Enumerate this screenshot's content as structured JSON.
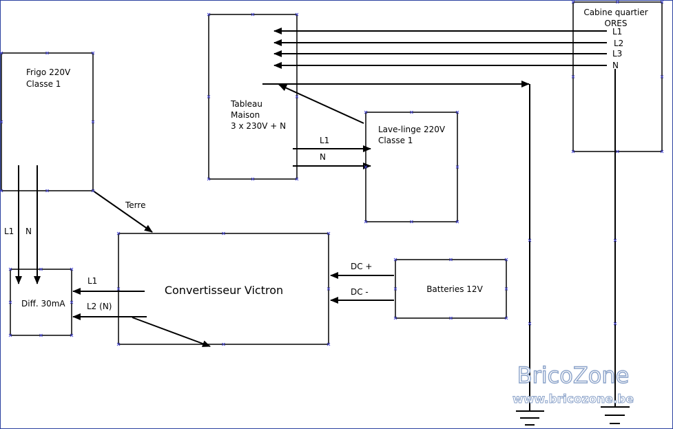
{
  "colors": {
    "line": "#000000",
    "vertex": "#4a4ad0",
    "watermark": "#8aa2c9",
    "frame": "#2a3fa0"
  },
  "blocks": {
    "frigo": {
      "line1": "Frigo 220V",
      "line2": "Classe 1"
    },
    "tableau": {
      "line1": "Tableau",
      "line2": "Maison",
      "line3": "3 x 230V + N"
    },
    "cabine": {
      "line1": "Cabine quartier",
      "line2": "ORES"
    },
    "lave_linge": {
      "line1": "Lave-linge 220V",
      "line2": "Classe 1"
    },
    "diff": {
      "label": "Diff. 30mA"
    },
    "convertisseur": {
      "label": "Convertisseur Victron"
    },
    "batteries": {
      "label": "Batteries 12V"
    }
  },
  "wires": {
    "cabine_l1": "L1",
    "cabine_l2": "L2",
    "cabine_l3": "L3",
    "cabine_n": "N",
    "lave_l1": "L1",
    "lave_n": "N",
    "frigo_l1": "L1",
    "frigo_n": "N",
    "terre": "Terre",
    "conv_l1": "L1",
    "conv_l2": "L2 (N)",
    "dc_plus": "DC +",
    "dc_minus": "DC -"
  },
  "watermark": {
    "brand": "BricoZone",
    "url": "www.bricozone.be"
  }
}
